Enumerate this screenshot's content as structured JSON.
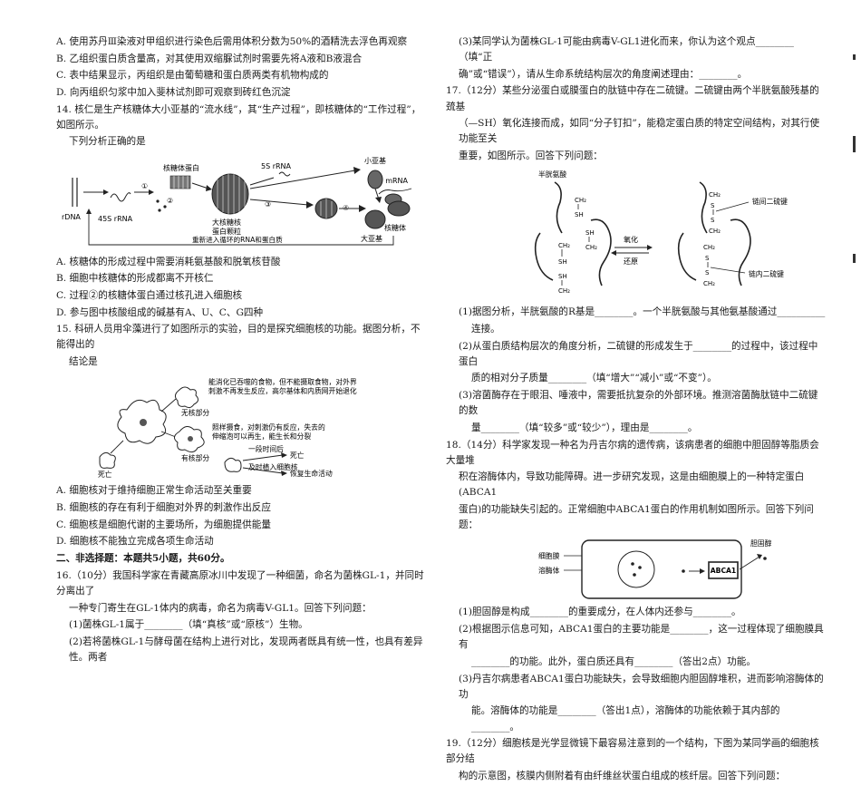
{
  "left": {
    "q13_opts": [
      "A. 使用苏丹Ⅲ染液对甲组织进行染色后需用体积分数为50%的酒精洗去浮色再观察",
      "B. 乙组织蛋白质含量高，对其使用双缩脲试剂时需要先将A液和B液混合",
      "C. 表中结果显示，丙组织是由葡萄糖和蛋白质两类有机物构成的",
      "D. 向丙组织匀浆中加入斐林试剂即可观察到砖红色沉淀"
    ],
    "q14": {
      "stem1": "14. 核仁是生产核糖体大小亚基的“流水线”，其“生产过程”，即核糖体的“工作过程”，如图所示。",
      "stem2": "下列分析正确的是",
      "fig": {
        "rdna": "rDNA",
        "s45": "45S rRNA",
        "rprotein": "核糖体蛋白",
        "s5": "5S rRNA",
        "small": "小亚基",
        "mrna": "mRNA",
        "large_pre1": "大核糖核",
        "large_pre2": "蛋白颗粒",
        "large": "大亚基",
        "ribosome": "核糖体",
        "recycle": "重新进入循环的RNA和蛋白质",
        "n1": "①",
        "n2": "②",
        "n3": "③",
        "n4": "④"
      },
      "opts": [
        "A. 核糖体的形成过程中需要消耗氨基酸和脱氧核苷酸",
        "B. 细胞中核糖体的形成都离不开核仁",
        "C. 过程②的核糖体蛋白通过核孔进入细胞核",
        "D. 参与图中核酸组成的碱基有A、U、C、G四种"
      ]
    },
    "q15": {
      "stem1": "15. 科研人员用伞藻进行了如图所示的实验，目的是探究细胞核的功能。据图分析，不能得出的",
      "stem2": "结论是",
      "fig": {
        "t1": "能消化已吞噬的食物，但不能摄取食物，对外界",
        "t2": "刺激不再发生反应，高尔基体和内质网开始退化",
        "nonuc": "无核部分",
        "t3": "照样摄食，对刺激仍有反应，失去的",
        "t4": "伸缩泡可以再生，能生长和分裂",
        "withnuc": "有核部分",
        "death1": "死亡",
        "later": "一段时间后",
        "death2": "死亡",
        "timely": "及时植入细胞核",
        "recover": "恢复生命活动"
      },
      "opts": [
        "A. 细胞核对于维持细胞正常生命活动至关重要",
        "B. 细胞核的存在有利于细胞对外界的刺激作出反应",
        "C. 细胞核是细胞代谢的主要场所，为细胞提供能量",
        "D. 细胞核不能独立完成各项生命活动"
      ]
    },
    "section2": "二、非选择题：本题共5小题，共60分。",
    "q16": {
      "stem1": "16.（10分）我国科学家在青藏高原冰川中发现了一种细菌，命名为菌株GL-1，并同时分离出了",
      "stem2": "一种专门寄生在GL-1体内的病毒，命名为病毒V-GL1。回答下列问题：",
      "p1": "(1)菌株GL-1属于________（填“真核”或“原核”）生物。",
      "p2": "(2)若将菌株GL-1与酵母菌在结构上进行对比，发现两者既具有统一性，也具有差异性。两者"
    }
  },
  "right": {
    "q16_3a": "(3)某同学认为菌株GL-1可能由病毒V-GL1进化而来，你认为这个观点________（填“正",
    "q16_3b": "确”或“错误”），请从生命系统结构层次的角度阐述理由：________。",
    "q17": {
      "stem1": "17.（12分）某些分泌蛋白或膜蛋白的肽链中存在二硫键。二硫键由两个半胱氨酸残基的巯基",
      "stem2": "（—SH）氧化连接而成，如同“分子钉扣”，能稳定蛋白质的特定空间结构，对其行使功能至关",
      "stem3": "重要，如图所示。回答下列问题：",
      "fig": {
        "cys": "半胱氨酸",
        "ch2": "CH₂",
        "sh": "SH",
        "s": "S",
        "ox": "氧化",
        "red": "还原",
        "inter": "链间二硫键",
        "intra": "链内二硫键"
      },
      "p1a": "(1)据图分析，半胱氨酸的R基是________。一个半胱氨酸与其他氨基酸通过__________",
      "p1b": "连接。",
      "p2a": "(2)从蛋白质结构层次的角度分析，二硫键的形成发生于________的过程中，该过程中蛋白",
      "p2b": "质的相对分子质量________（填“增大”“减小”或“不变”）。",
      "p3a": "(3)溶菌酶存在于眼泪、唾液中，需要抵抗复杂的外部环境。推测溶菌酶肽链中二硫键的数",
      "p3b": "量________（填“较多”或“较少”），理由是________。"
    },
    "q18": {
      "stem1": "18.（14分）科学家发现一种名为丹吉尔病的遗传病，该病患者的细胞中胆固醇等脂质会大量堆",
      "stem2": "积在溶酶体内，导致功能障碍。进一步研究发现，这是由细胞膜上的一种特定蛋白(ABCA1",
      "stem3": "蛋白)的功能缺失引起的。正常细胞中ABCA1蛋白的作用机制如图所示。回答下列问题：",
      "fig": {
        "membrane": "细胞膜",
        "lysosome": "溶酶体",
        "abca1": "ABCA1",
        "chol": "胆固醇"
      },
      "p1": "(1)胆固醇是构成________的重要成分，在人体内还参与________。",
      "p2a": "(2)根据图示信息可知，ABCA1蛋白的主要功能是________，这一过程体现了细胞膜具有",
      "p2b": "________的功能。此外，蛋白质还具有________（答出2点）功能。",
      "p3a": "(3)丹吉尔病患者ABCA1蛋白功能缺失，会导致细胞内胆固醇堆积，进而影响溶酶体的功",
      "p3b": "能。溶酶体的功能是________（答出1点），溶酶体的功能依赖于其内部的________。"
    },
    "q19": {
      "stem1": "19.（12分）细胞核是光学显微镜下最容易注意到的一个结构，下图为某同学画的细胞核部分结",
      "stem2": "构的示意图，核膜内侧附着有由纤维丝状蛋白组成的核纤层。回答下列问题："
    }
  },
  "colors": {
    "text": "#1a1a1a",
    "line": "#222222"
  }
}
